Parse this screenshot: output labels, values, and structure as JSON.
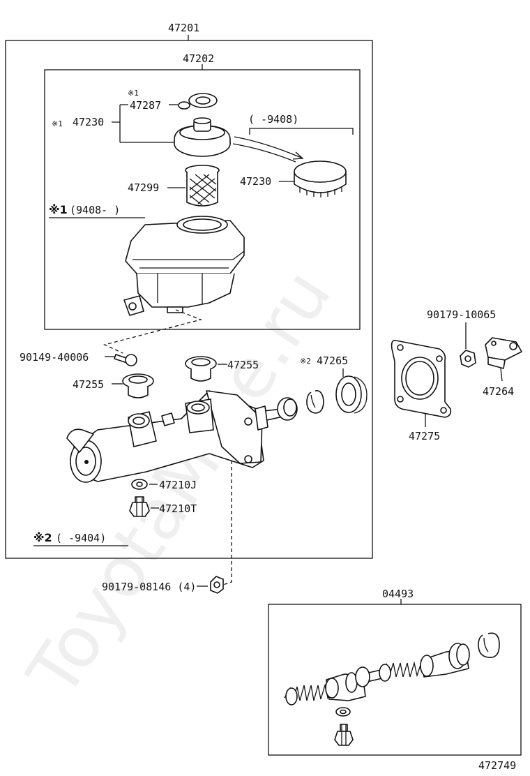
{
  "diagram": {
    "watermark": "ToyotaMine.ru",
    "assembly_labels": {
      "master_cylinder_assy": "47201",
      "reservoir_assy": "47202",
      "repair_kit": "04493"
    },
    "note_prefixes": {
      "note1": "※1",
      "note2": "※2"
    },
    "part_labels": {
      "grommet_47287": "47287",
      "cap_47230_left": "47230",
      "strainer_47299": "47299",
      "cap_47230_right": "47230",
      "screw_90149": "90149-40006",
      "grommet_47255_right": "47255",
      "grommet_47255_left": "47255",
      "seal_47265": "47265",
      "gasket_47210j": "47210J",
      "union_47210t": "47210T",
      "nut_90179_08146": "90179-08146 (4)",
      "nut_90179_10065": "90179-10065",
      "bracket_47264": "47264",
      "gasket_47275": "47275"
    },
    "notes": {
      "range_upto_9408": "(      -9408)",
      "range_from_9408": "(9408-      )",
      "range_upto_9404": "(      -9404)"
    },
    "figure_number": "472749"
  }
}
